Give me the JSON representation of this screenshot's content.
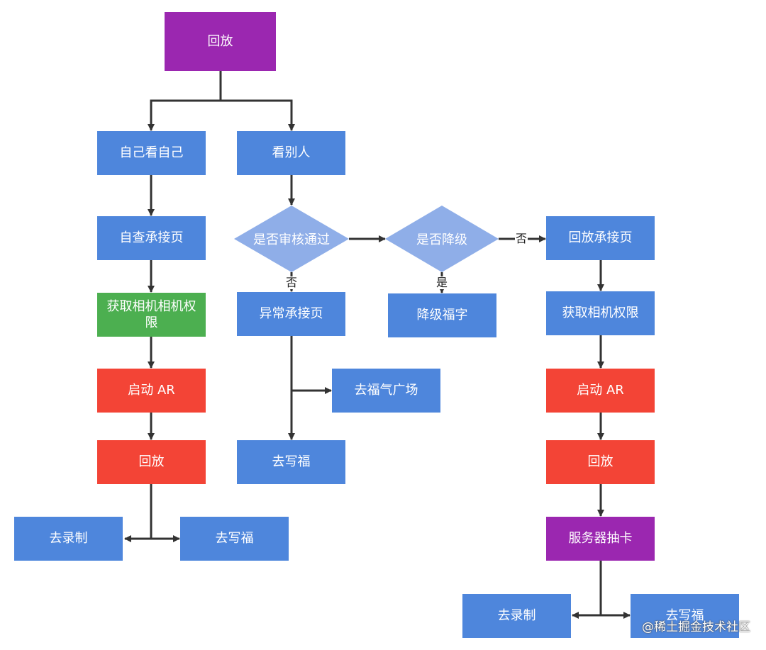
{
  "nodes": {
    "replay_top": "回放",
    "self_view": "自己看自己",
    "view_others": "看别人",
    "self_check_page": "自查承接页",
    "get_camera_perm_left": "获取相机相机权限",
    "start_ar_left": "启动 AR",
    "replay_left": "回放",
    "go_record_left": "去录制",
    "go_write_left": "去写福",
    "audit_passed": "是否审核通过",
    "abnormal_page": "异常承接页",
    "go_fu_square": "去福气广场",
    "go_write_mid": "去写福",
    "is_downgrade": "是否降级",
    "downgrade_fu": "降级福字",
    "replay_page": "回放承接页",
    "get_camera_perm_right": "获取相机权限",
    "start_ar_right": "启动 AR",
    "replay_right": "回放",
    "server_draw": "服务器抽卡",
    "go_record_right": "去录制",
    "go_write_right": "去写福"
  },
  "edge_labels": {
    "audit_no": "否",
    "downgrade_yes": "是",
    "downgrade_no": "否"
  },
  "watermark": "@稀土掘金技术社区",
  "colors": {
    "blue": "#4e86dc",
    "purple": "#9b27b0",
    "green": "#4caf50",
    "red": "#f34436",
    "diamond": "#8faee8",
    "line": "#333333"
  }
}
